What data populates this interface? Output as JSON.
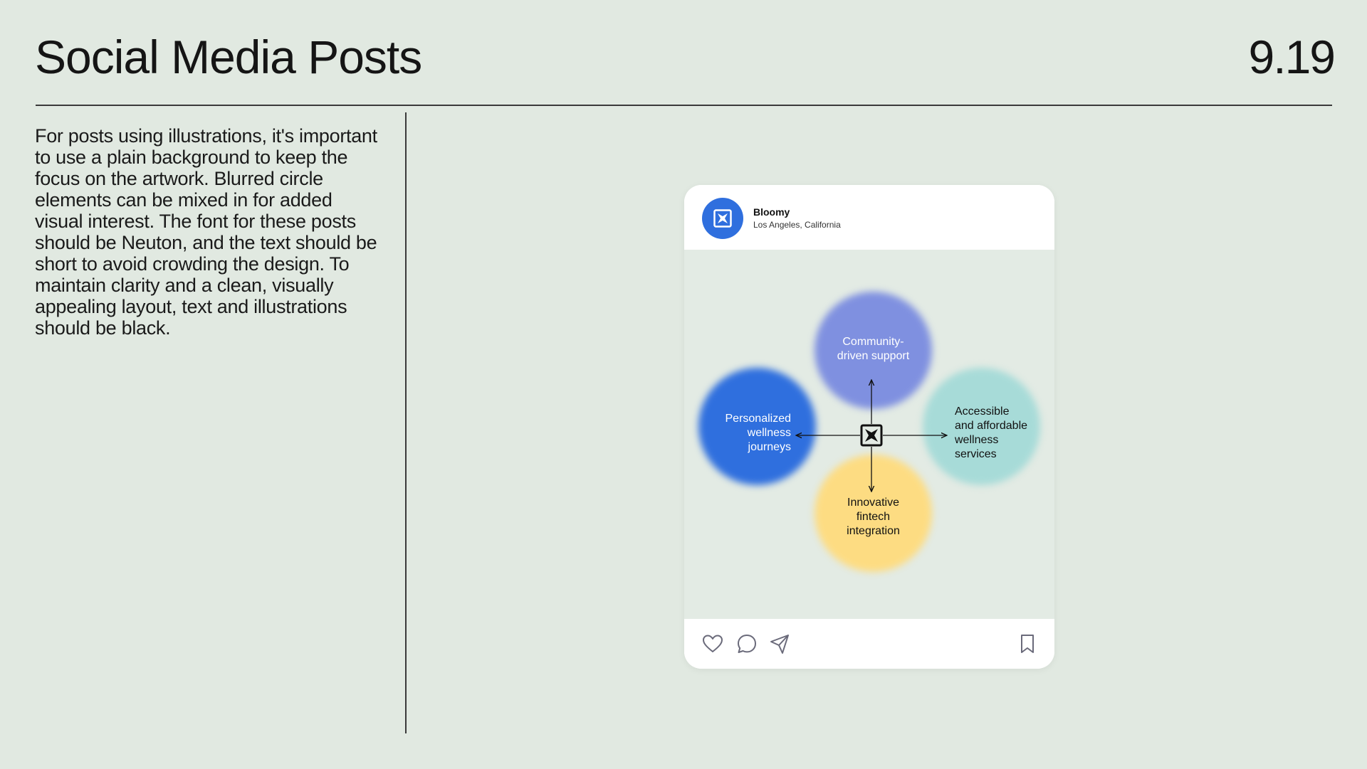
{
  "header": {
    "title": "Social Media Posts",
    "page_number": "9.19"
  },
  "body_text": "For posts using illustrations, it's important to use a plain background to keep the focus on the artwork. Blurred circle elements can be mixed in for added visual interest. The font for these posts should be Neuton, and the text should be short to avoid crowding the design. To maintain clarity and a clean, visually appealing layout, text and illustrations should be black.",
  "post": {
    "account_name": "Bloomy",
    "location": "Los Angeles, California",
    "avatar_icon": "bloomy-logo-icon",
    "illustration": {
      "center_icon": "bloomy-logo-icon",
      "items": [
        {
          "label": "Community-\ndriven support",
          "color": "#7f90e0",
          "text_color": "#ffffff"
        },
        {
          "label": "Personalized\nwellness\njourneys",
          "color": "#2f6fde",
          "text_color": "#ffffff"
        },
        {
          "label": "Accessible\nand affordable\nwellness\nservices",
          "color": "#a7dbd8",
          "text_color": "#111111"
        },
        {
          "label": "Innovative\nfintech\nintegration",
          "color": "#fddc82",
          "text_color": "#111111"
        }
      ]
    },
    "actions": [
      "heart-icon",
      "comment-icon",
      "send-icon",
      "bookmark-icon"
    ]
  },
  "colors": {
    "background": "#e1e9e1",
    "brand_blue": "#2f6fde"
  }
}
